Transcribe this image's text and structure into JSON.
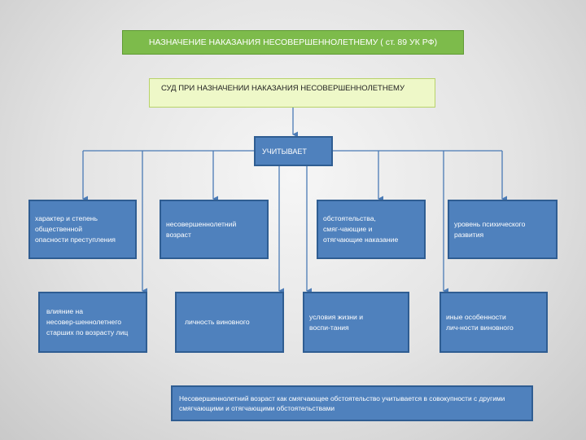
{
  "title": "НАЗНАЧЕНИЕ НАКАЗАНИЯ НЕСОВЕРШЕННОЛЕТНЕМУ ( ст. 89 УК РФ)",
  "court": "СУД ПРИ НАЗНАЧЕНИИ НАКАЗАНИЯ НЕСОВЕРШЕННОЛЕТНЕМУ",
  "considers": "УЧИТЫВАЕТ",
  "row1": [
    "характер и степень\nобщественной\nопасности преступления",
    "несовершеннолетний\nвозраст",
    "обстоятельства,\nсмяг-чающие и\nотягчающие наказание",
    "уровень психического\nразвития"
  ],
  "row2": [
    "влияние на\nнесовер-шеннолетнего\nстарших по возрасту лиц",
    "личность виновного",
    "условия жизни и\nвоспи-тания",
    "иные особенности\nлич-ности виновного"
  ],
  "note": "Несовершеннолетний возраст как смягчающее обстоятельство учитывается в совокупности с другими смягчающими и отягчающими обстоятельствами",
  "colors": {
    "title_bg": "#7dbb4b",
    "court_bg": "#eef8c8",
    "box_bg": "#4f81bd",
    "line": "#4a7ab5"
  }
}
